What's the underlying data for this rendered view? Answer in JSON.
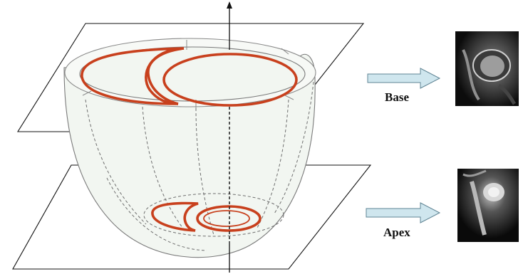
{
  "labels": {
    "base": "Base",
    "apex": "Apex"
  },
  "colors": {
    "contour": "#c8401d",
    "arrow_fill": "#cfe6ee",
    "heart_wall": "#f2f6f1"
  },
  "panels": [
    {
      "name": "base-mri-image",
      "label_ref": "base"
    },
    {
      "name": "apex-mri-image",
      "label_ref": "apex"
    }
  ]
}
